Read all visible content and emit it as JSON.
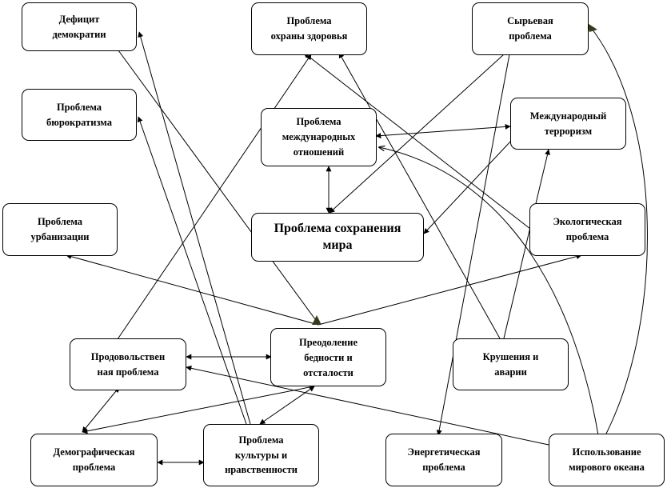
{
  "nodes": {
    "deficit": {
      "lines": [
        "Дефицит",
        "демократии"
      ]
    },
    "health": {
      "lines": [
        "Проблема",
        "охраны здоровья"
      ]
    },
    "raw": {
      "lines": [
        "Сырьевая",
        "проблема"
      ]
    },
    "bureaucratism": {
      "lines": [
        "Проблема",
        "бюрократизма"
      ]
    },
    "intrel": {
      "lines": [
        "Проблема",
        "международных",
        "отношений"
      ]
    },
    "terrorism": {
      "lines": [
        "Международный",
        "терроризм"
      ]
    },
    "urbanization": {
      "lines": [
        "Проблема",
        "урбанизации"
      ]
    },
    "peace": {
      "lines": [
        "Проблема сохранения",
        "мира"
      ]
    },
    "ecology": {
      "lines": [
        "Экологическая",
        "проблема"
      ]
    },
    "food": {
      "lines": [
        "Продовольствен",
        "ная проблема"
      ]
    },
    "poverty": {
      "lines": [
        "Преодоление",
        "бедности и",
        "отсталости"
      ]
    },
    "crash": {
      "lines": [
        "Крушения и",
        "аварии"
      ]
    },
    "demo": {
      "lines": [
        "Демографическая",
        "проблема"
      ]
    },
    "culture": {
      "lines": [
        "Проблема",
        "культуры и",
        "нравственности"
      ]
    },
    "energy": {
      "lines": [
        "Энергетическая",
        "проблема"
      ]
    },
    "ocean": {
      "lines": [
        "Использование",
        "мирового океана"
      ]
    }
  },
  "colors": {
    "line": "#000000",
    "accent_marker": "#3a3a1a"
  }
}
